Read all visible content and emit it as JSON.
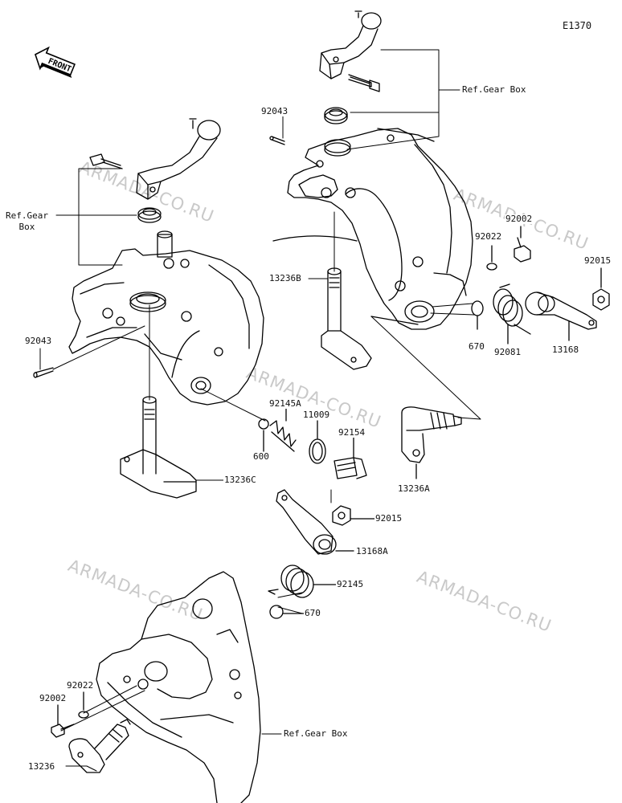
{
  "diagram": {
    "code": "E1370",
    "front_label": "FRONT",
    "watermark": "ARMADA-CO.RU",
    "labels": {
      "ref_gear_box_top": "Ref.Gear Box",
      "p92043_top": "92043",
      "ref_gear_box_left": "Ref.Gear\nBox",
      "p92043_left": "92043",
      "p13236B": "13236B",
      "p92002_right": "92002",
      "p92022_right": "92022",
      "p92015_right": "92015",
      "p670_right": "670",
      "p92081": "92081",
      "p13168": "13168",
      "p92145A": "92145A",
      "p11009": "11009",
      "p92154": "92154",
      "p600": "600",
      "p13236A": "13236A",
      "p13236C": "13236C",
      "p92015_mid": "92015",
      "p13168A": "13168A",
      "p92145": "92145",
      "p670_mid": "670",
      "p92022_bottom": "92022",
      "p92002_bottom": "92002",
      "ref_gear_box_bottom": "Ref.Gear Box",
      "p13236": "13236"
    }
  }
}
